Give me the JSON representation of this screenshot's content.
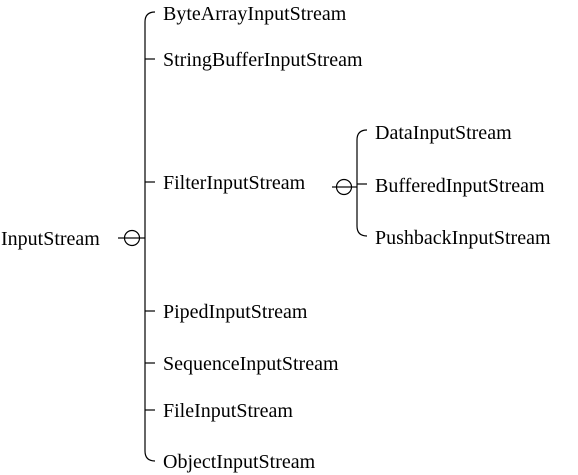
{
  "root": {
    "label": "InputStream"
  },
  "children": [
    {
      "label": "ByteArrayInputStream"
    },
    {
      "label": "StringBufferInputStream"
    },
    {
      "label": "FilterInputStream"
    },
    {
      "label": "PipedInputStream"
    },
    {
      "label": "SequenceInputStream"
    },
    {
      "label": "FileInputStream"
    },
    {
      "label": "ObjectInputStream"
    }
  ],
  "filter_children": [
    {
      "label": "DataInputStream"
    },
    {
      "label": "BufferedInputStream"
    },
    {
      "label": "PushbackInputStream"
    }
  ]
}
